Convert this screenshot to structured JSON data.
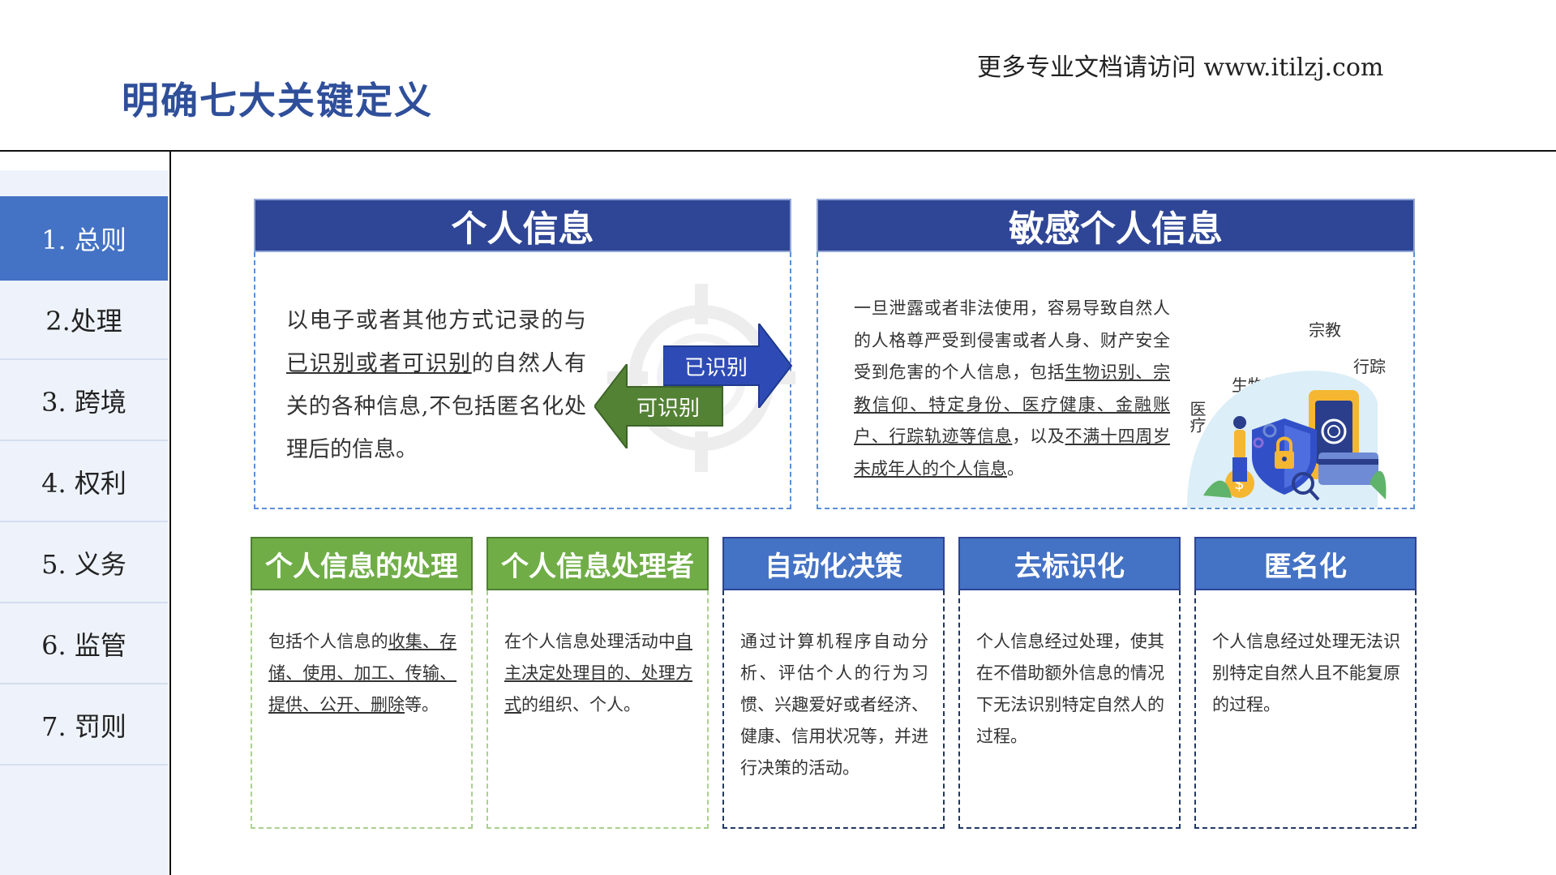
{
  "header": {
    "title": "明确七大关键定义",
    "site": "更多专业文档请访问 www.itilzj.com"
  },
  "sidebar": {
    "items": [
      {
        "label": "1. 总则",
        "active": true
      },
      {
        "label": "2.处理",
        "active": false
      },
      {
        "label": "3. 跨境",
        "active": false
      },
      {
        "label": "4. 权利",
        "active": false
      },
      {
        "label": "5. 义务",
        "active": false
      },
      {
        "label": "6. 监管",
        "active": false
      },
      {
        "label": "7. 罚则",
        "active": false
      }
    ]
  },
  "personal_info": {
    "title": "个人信息",
    "text_a": "以电子或者其他方式记录的与",
    "text_u": "已识别或者可识别",
    "text_b": "的自然人有关的各种信息,不包括匿名化处理后的信息。",
    "arrow_identified": "已识别",
    "arrow_identifiable": "可识别"
  },
  "sensitive_info": {
    "title": "敏感个人信息",
    "text_a": "一旦泄露或者非法使用，容易导致自然人的人格尊严受到侵害或者人身、财产安全受到危害的个人信息，包括",
    "text_u1": "生物识别、宗教信仰、特定身份、医疗健康、金融账户、行踪轨迹等信息",
    "text_b": "，以及",
    "text_u2": "不满十四周岁未成年人的个人信息",
    "text_c": "。",
    "tags": {
      "religion": "宗教",
      "tracking": "行踪",
      "biometric": "生物识别",
      "medical": "医疗"
    }
  },
  "cards": [
    {
      "title": "个人信息的处理",
      "color": "green",
      "text_a": "包括个人信息的",
      "text_u": "收集、存储、使用、加工、传输、提供、公开、删除",
      "text_b": "等。"
    },
    {
      "title": "个人信息处理者",
      "color": "green",
      "text_a": "在个人信息处理活动中",
      "text_u": "自主决定处理目的、处理方式",
      "text_b": "的组织、个人。"
    },
    {
      "title": "自动化决策",
      "color": "blue",
      "text_a": "通过计算机程序自动分析、评估个人的行为习惯、兴趣爱好或者经济、健康、信用状况等，并进行决策的活动。"
    },
    {
      "title": "去标识化",
      "color": "blue",
      "text_a": "个人信息经过处理，使其在不借助额外信息的情况下无法识别特定自然人的过程。"
    },
    {
      "title": "匿名化",
      "color": "blue",
      "text_a": "个人信息经过处理无法识别特定自然人且不能复原的过程。"
    }
  ],
  "colors": {
    "title_blue": "#2F4F9A",
    "panel_head": "#2F4596",
    "sidebar_active": "#4472C4",
    "card_green": "#70AD47",
    "card_blue": "#4472C4",
    "arrow_blue": "#2E4BB5",
    "arrow_green": "#548235"
  }
}
